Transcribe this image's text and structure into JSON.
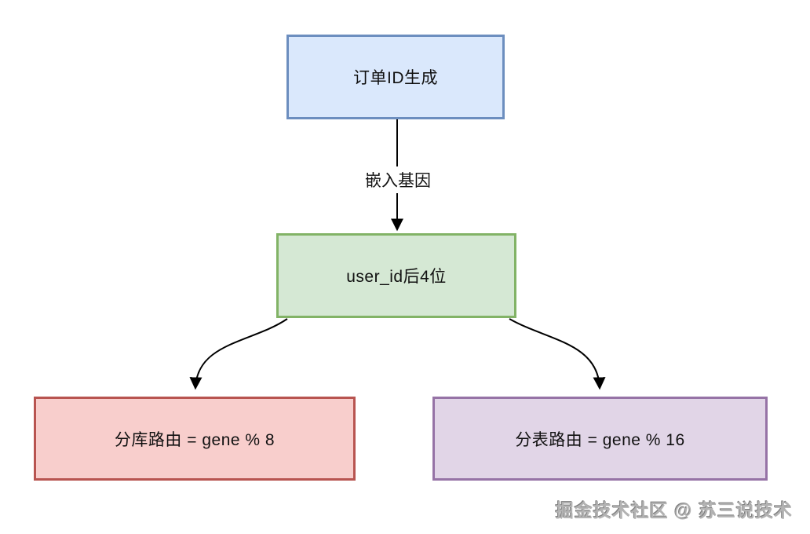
{
  "diagram": {
    "background_color": "#ffffff",
    "nodes": [
      {
        "id": "order-id-generation",
        "label": "订单ID生成",
        "fill": "#dae8fc",
        "border": "#6c8ebf"
      },
      {
        "id": "user-id-last4",
        "label": "user_id后4位",
        "fill": "#d5e8d4",
        "border": "#82b366"
      },
      {
        "id": "db-routing",
        "label": "分库路由 = gene % 8",
        "fill": "#f8cecc",
        "border": "#b85450"
      },
      {
        "id": "table-routing",
        "label": "分表路由 = gene % 16",
        "fill": "#e1d5e7",
        "border": "#9673a6"
      }
    ],
    "edges": [
      {
        "from": "order-id-generation",
        "to": "user-id-last4",
        "label": "嵌入基因"
      },
      {
        "from": "user-id-last4",
        "to": "db-routing",
        "label": ""
      },
      {
        "from": "user-id-last4",
        "to": "table-routing",
        "label": ""
      }
    ],
    "edge_color": "#000000",
    "watermark": "掘金技术社区 @ 苏三说技术"
  }
}
